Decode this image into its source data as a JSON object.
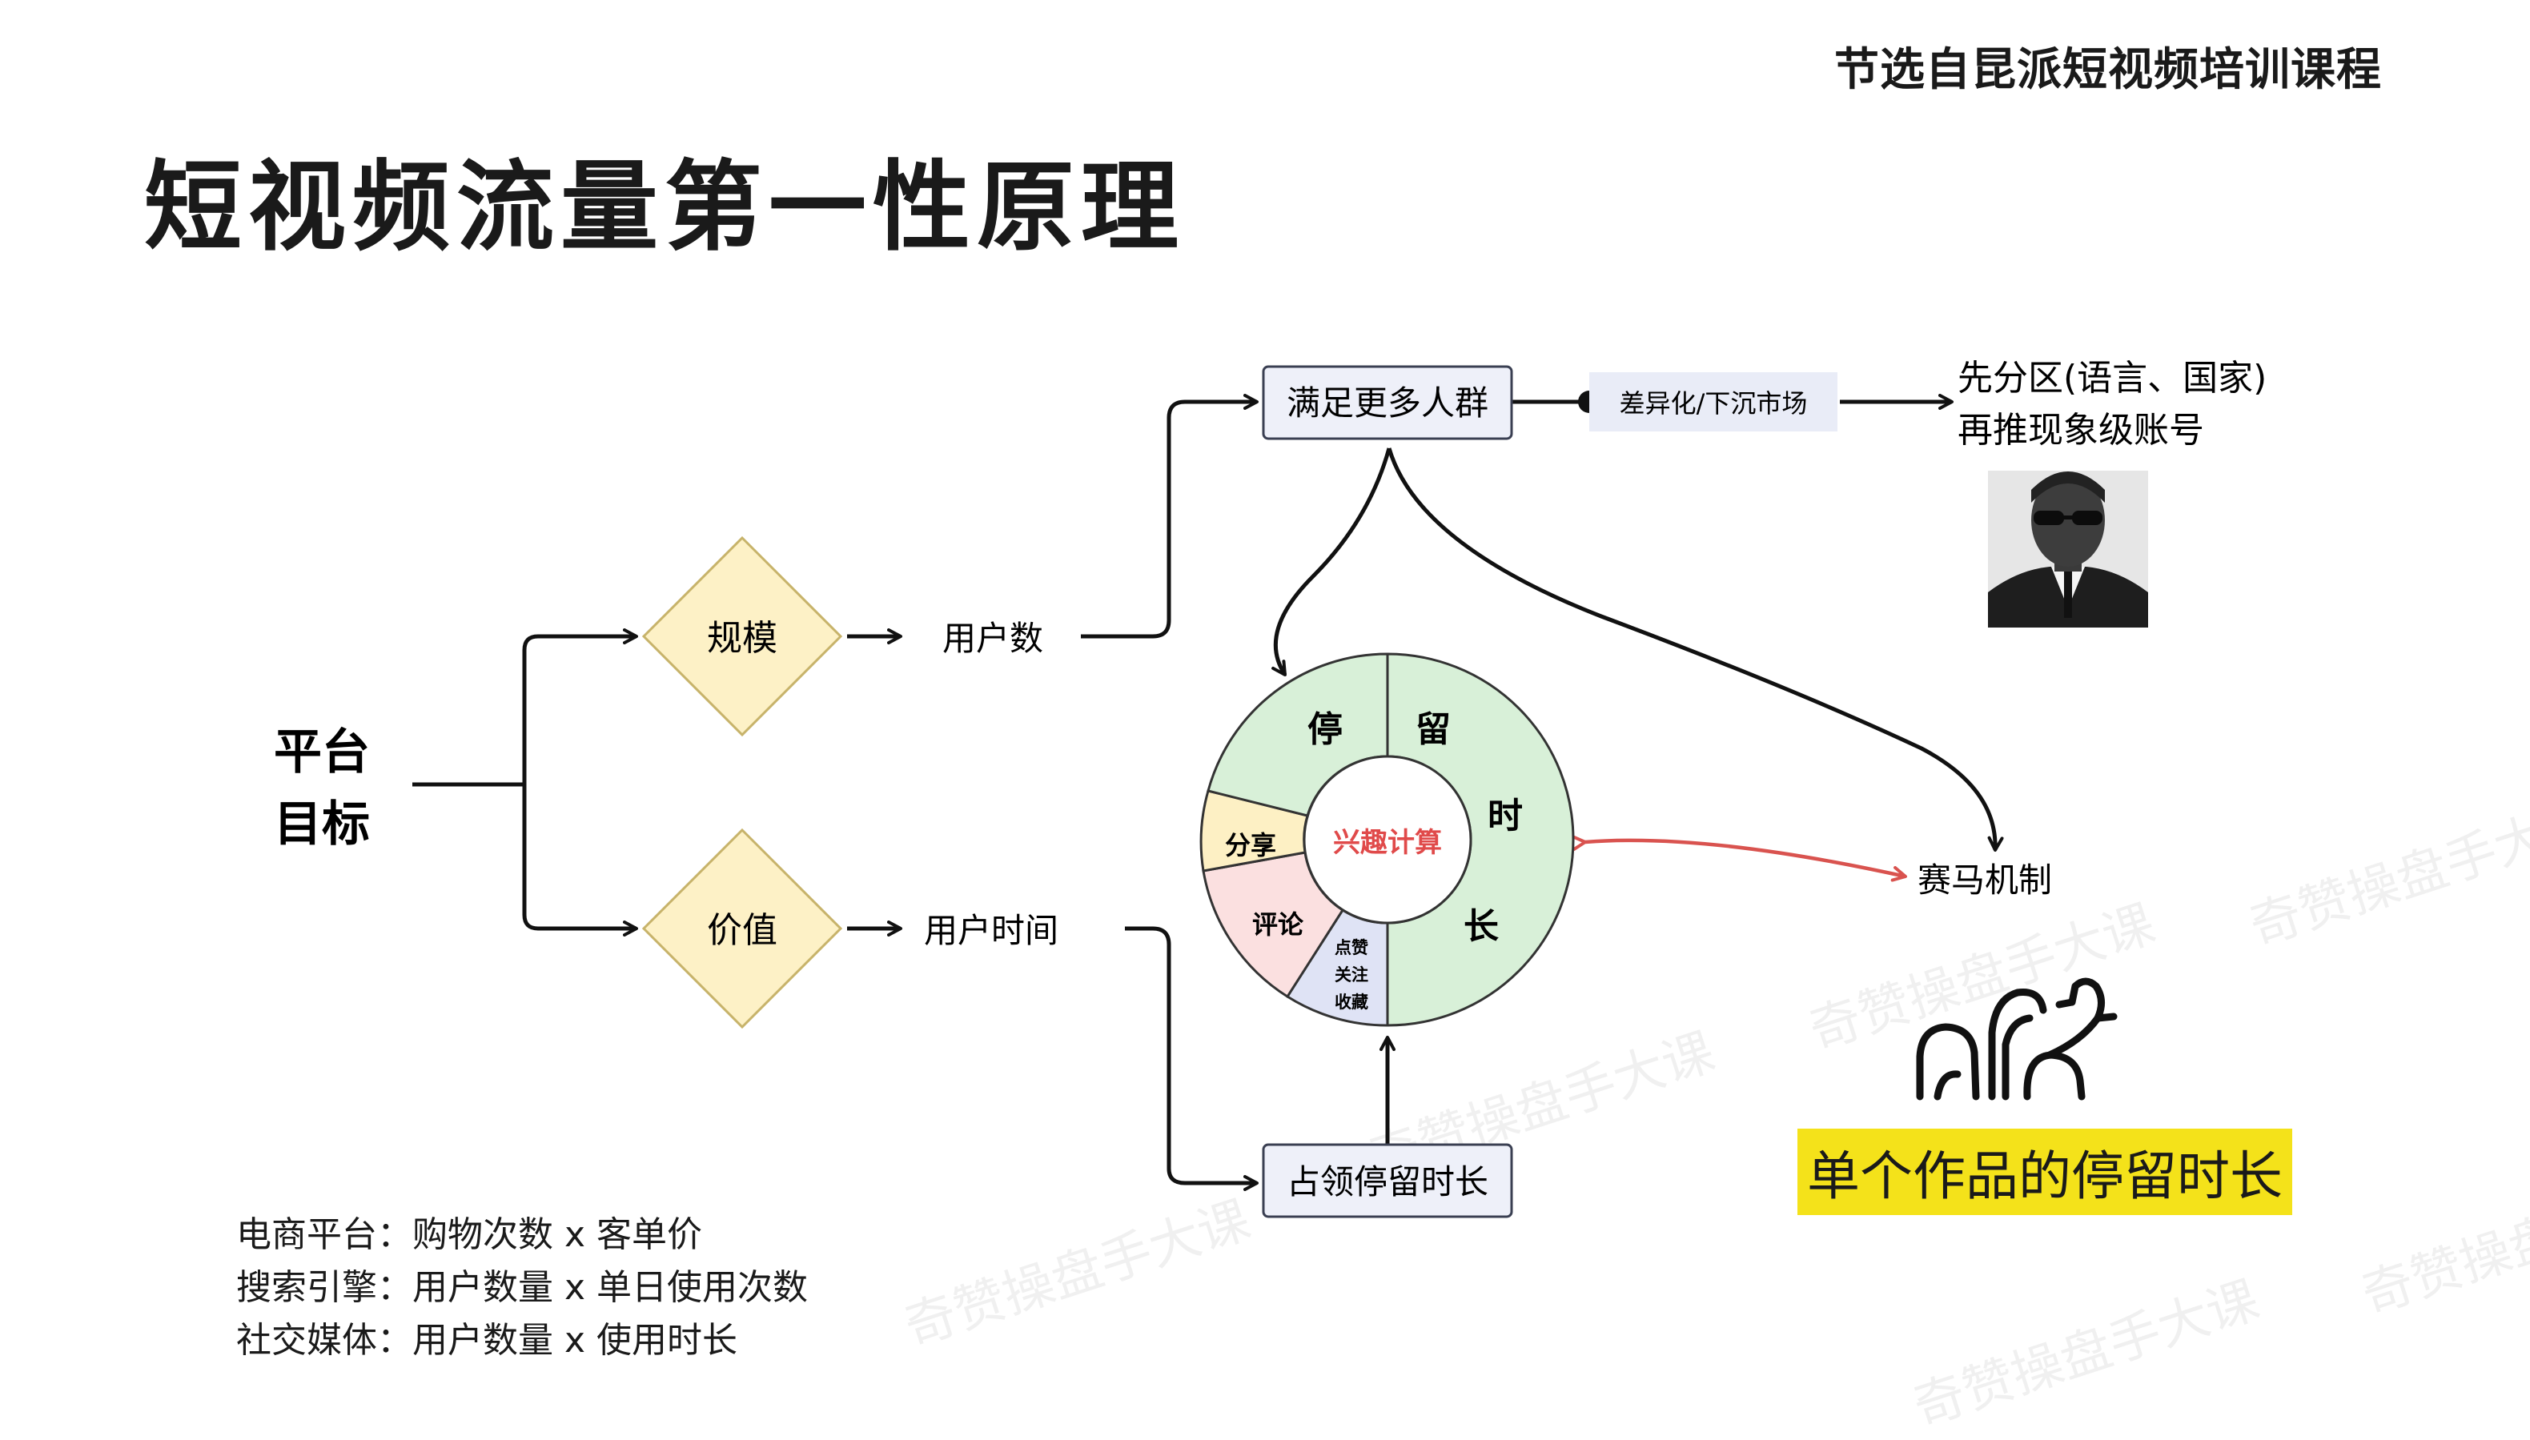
{
  "header": {
    "credit": "节选自昆派短视频培训课程"
  },
  "title": "短视频流量第一性原理",
  "nodes": {
    "platform_goal_line1": "平台",
    "platform_goal_line2": "目标",
    "scale": "规模",
    "value": "价值",
    "users": "用户数",
    "user_time": "用户时间",
    "more_people": "满足更多人群",
    "diff_market": "差异化/下沉市场",
    "partition_line1": "先分区(语言、国家)",
    "partition_line2": "再推现象级账号",
    "occupy_time": "占领停留时长",
    "race": "赛马机制"
  },
  "donut": {
    "center": "兴趣计算",
    "big_chars": [
      "停",
      "留",
      "时",
      "长"
    ],
    "share": "分享",
    "comment": "评论",
    "like_lines": [
      "点赞",
      "关注",
      "收藏"
    ]
  },
  "highlight": "单个作品的停留时长",
  "notes": [
    "电商平台：购物次数 x 客单价",
    "搜索引擎：用户数量 x 单日使用次数",
    "社交媒体：用户数量 x 使用时长"
  ],
  "watermark": "奇赞操盘手大课",
  "colors": {
    "diamond_fill": "#fdf1c6",
    "diamond_stroke": "#c7b36a",
    "box_fill": "#eef0f9",
    "box_stroke": "#3a3f52",
    "tag_fill": "#e9ecf7",
    "donut_green": "#d8f0d8",
    "donut_yellow": "#fdf0c4",
    "donut_pink": "#fbe0e0",
    "donut_blue": "#dfe3f5",
    "center_text": "#e04a4a",
    "race_arrow": "#d9534f",
    "highlight_bg": "#f4e21a"
  }
}
